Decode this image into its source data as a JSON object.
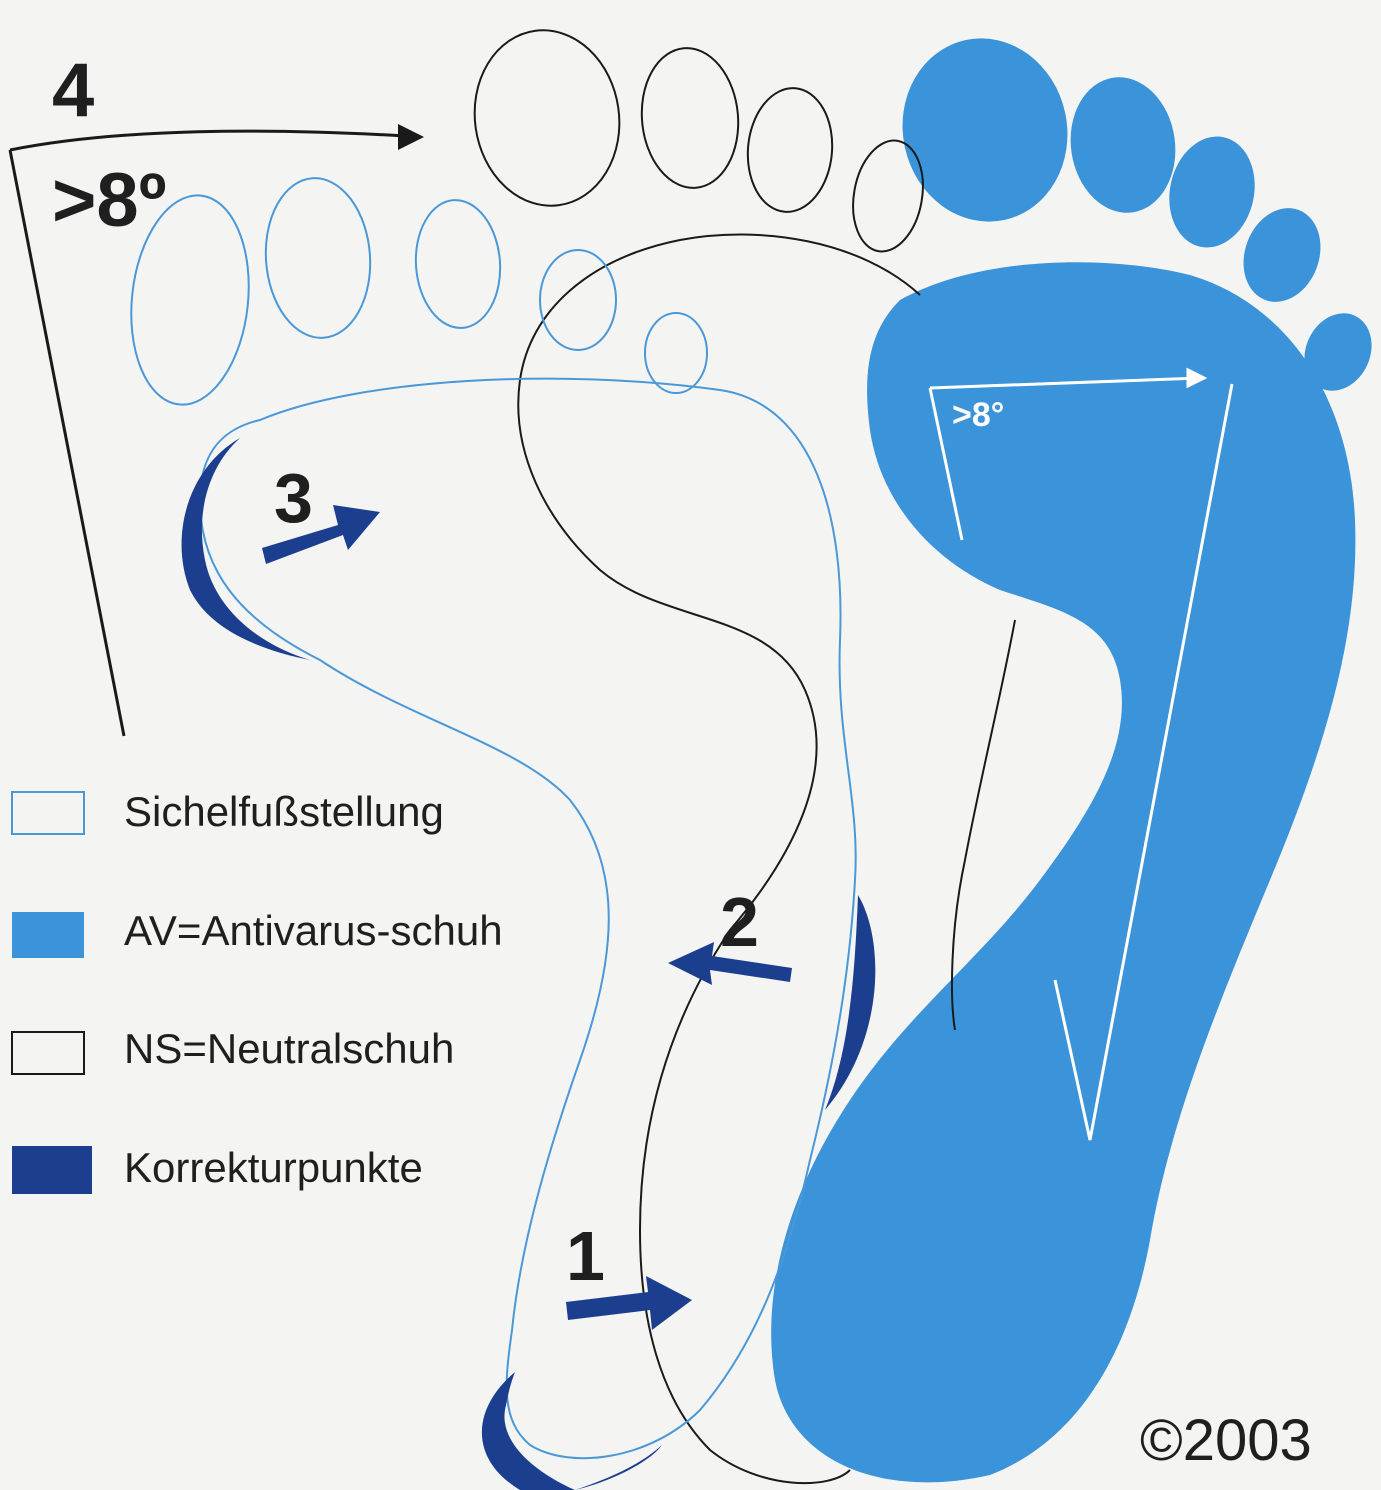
{
  "colors": {
    "background": "#f4f5f3",
    "sichelfuss_outline": "#4a98d8",
    "antivarus_fill": "#3b93d9",
    "neutral_outline": "#1a1a1a",
    "korrektur_fill": "#1b3f8e",
    "text": "#1f1f1f"
  },
  "angle_markers": {
    "main_number": "4",
    "main_angle": ">8º",
    "foot_angle": ">8°"
  },
  "correction_points": [
    {
      "number": "1"
    },
    {
      "number": "2"
    },
    {
      "number": "3"
    }
  ],
  "legend": [
    {
      "label": "Sichelfußstellung",
      "swatch": "outline-blue"
    },
    {
      "label": "AV=Antivarus-schuh",
      "swatch": "fill-blue"
    },
    {
      "label": "NS=Neutralschuh",
      "swatch": "outline-black"
    },
    {
      "label": "Korrekturpunkte",
      "swatch": "fill-darkblue"
    }
  ],
  "copyright": "©2003"
}
